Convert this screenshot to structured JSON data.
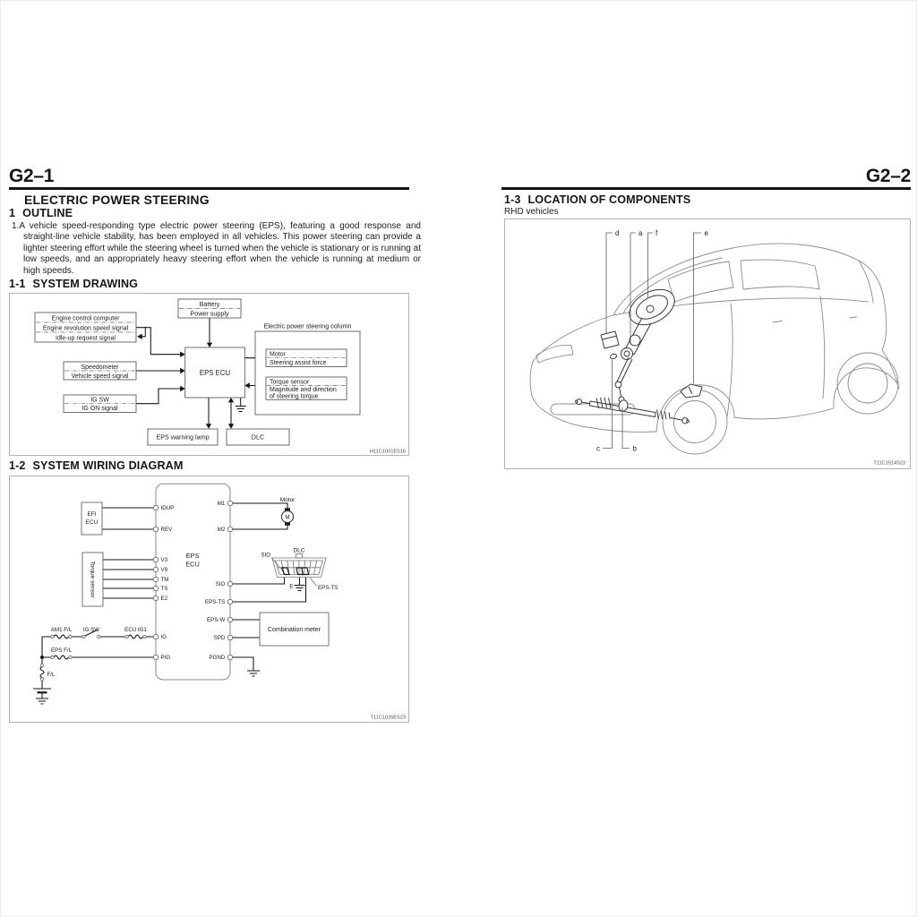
{
  "left_page": {
    "page_code": "G2–1",
    "title": "ELECTRIC POWER STEERING",
    "outline": {
      "number": "1",
      "title": "OUTLINE",
      "item_prefix": "1.",
      "body": "A vehicle speed-responding type electric power steering (EPS), featuring a good response and straight-line vehicle stability, has been employed in all vehicles. This power steering can provide a lighter steering effort while the steering wheel is turned when the vehicle is stationary or is running at low speeds, and an appropriately heavy steering effort when the vehicle is running at medium or high speeds."
    },
    "section_1_1": {
      "number": "1-1",
      "title": "SYSTEM DRAWING"
    },
    "system_drawing": {
      "battery_title": "Battery",
      "battery_sub": "Power supply",
      "engine_title": "Engine control computer",
      "engine_line2": "Engine revolution speed signal",
      "engine_line3": "Idle-up request signal",
      "speedometer_title": "Speedometer",
      "speedometer_sub": "Vehicle speed signal",
      "ig_title": "IG SW",
      "ig_sub": "IG ON signal",
      "ecu": "EPS ECU",
      "column_label": "Electric power steering column",
      "motor_title": "Motor",
      "motor_sub": "Steering assist force",
      "torque_title": "Torque sensor",
      "torque_line2": "Magnitude and direction",
      "torque_line3": "of steering torque",
      "lamp": "EPS warning lamp",
      "dlc": "DLC",
      "figure_code": "H11C1001ES16"
    },
    "section_1_2": {
      "number": "1-2",
      "title": "SYSTEM WIRING DIAGRAM"
    },
    "wiring": {
      "efi_line1": "EFI",
      "efi_line2": "ECU",
      "torque_sensor": "Torque sensor",
      "ecu_line1": "EPS",
      "ecu_line2": "ECU",
      "motor_label": "Motor",
      "motor_symbol": "M",
      "dlc_label": "DLC",
      "sio_label": "SIO",
      "e_label": "E",
      "eps_ts_label": "EPS-TS",
      "combination_meter": "Combination meter",
      "left_terminals": [
        "IDUP",
        "REV",
        "V3",
        "V9",
        "TM",
        "TS",
        "E2",
        "IG",
        "PIG"
      ],
      "right_terminals": [
        "M1",
        "M2",
        "SIO",
        "EPS-TS",
        "EPS-W",
        "SPD",
        "PGND"
      ],
      "fuse_am1": "AM1 F/L",
      "fuse_igsw": "IG SW",
      "fuse_ecuig1": "ECU IG1",
      "fuse_eps": "EPS F/L",
      "fuse_fl": "F/L",
      "figure_code": "T11C1026ES23"
    }
  },
  "right_page": {
    "page_code": "G2–2",
    "section_1_3": {
      "number": "1-3",
      "title": "LOCATION OF COMPONENTS"
    },
    "subtitle": "RHD vehicles",
    "callouts": {
      "d": "d",
      "a": "a",
      "f": "f",
      "e": "e",
      "c": "c",
      "b": "b"
    },
    "figure_code": "T11C1514S23"
  }
}
